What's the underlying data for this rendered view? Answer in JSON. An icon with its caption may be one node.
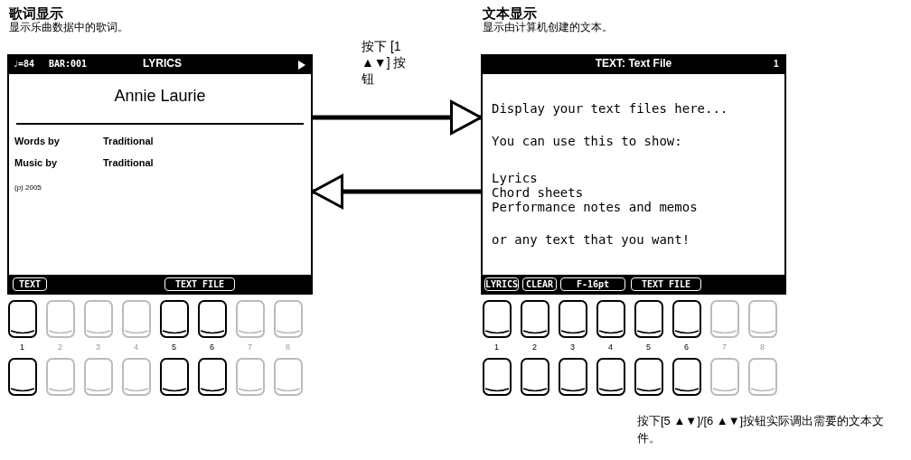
{
  "diagram": {
    "nodes": [
      {
        "text": [
          "歌词显示",
          "显示乐曲数据中的歌词。",
          "♩=84",
          "BAR:001",
          "LYRICS",
          "Annie Laurie",
          "Words by",
          "Traditional",
          "Music by",
          "Traditional",
          "(p) 2005",
          "TEXT",
          "TEXT FILE"
        ]
      },
      {
        "text": [
          "文本显示",
          "显示由计算机创建的文本。",
          "TEXT: Text File",
          "1",
          "Display your text files here...",
          "You can use this to show:",
          "Lyrics",
          "Chord sheets",
          "Performance notes and memos",
          "or any text that you want!",
          "LYRICS",
          "CLEAR",
          "F-16pt",
          "TEXT FILE"
        ]
      }
    ],
    "edges": [
      {
        "from": 0,
        "to": 1,
        "arrow": "to",
        "label": "按下 [1 ▲▼] 按钮"
      },
      {
        "from": 1,
        "to": 0,
        "arrow": "to"
      }
    ],
    "labels": [
      "1",
      "2",
      "3",
      "4",
      "5",
      "6",
      "7",
      "8",
      "1",
      "2",
      "3",
      "4",
      "5",
      "6",
      "7",
      "8",
      "按下[5 ▲▼]/[6 ▲▼]按钮实际调出需要的文本文件。"
    ]
  }
}
